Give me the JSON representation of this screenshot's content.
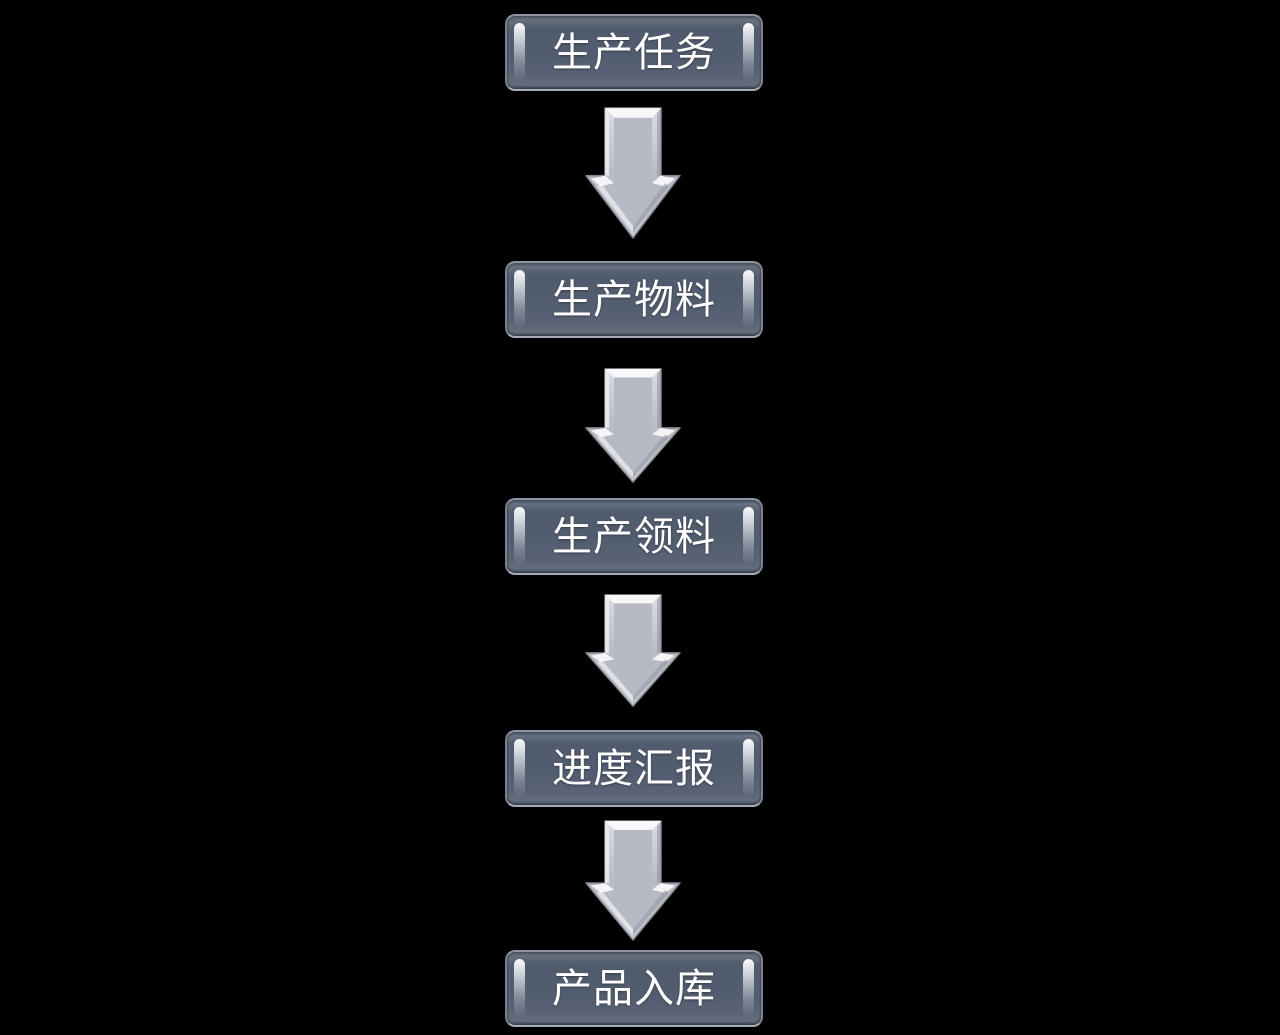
{
  "flowchart": {
    "direction": "top-down",
    "colors": {
      "background": "#000000",
      "node_fill": "#556072",
      "node_rim": "#7d8694",
      "node_text": "#ffffff",
      "arrow_fill": "#bfc2cb",
      "arrow_highlight": "#f5f6f8"
    },
    "steps": [
      {
        "label": "生产任务"
      },
      {
        "label": "生产物料"
      },
      {
        "label": "生产领料"
      },
      {
        "label": "进度汇报"
      },
      {
        "label": "产品入库"
      }
    ]
  }
}
